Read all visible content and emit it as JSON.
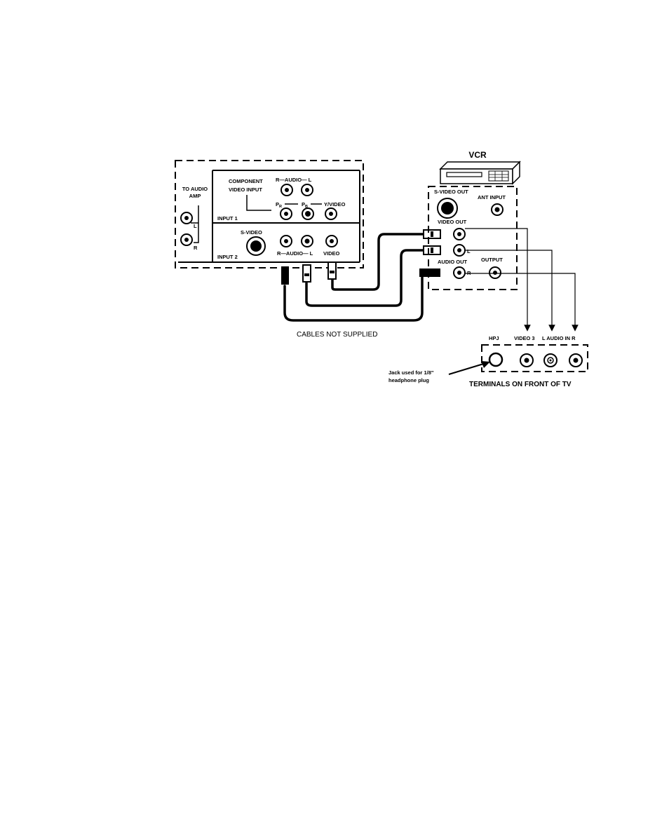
{
  "vcr": {
    "title": "VCR",
    "svideo_out": "S-VIDEO OUT",
    "ant_input": "ANT INPUT",
    "video_out": "VIDEO OUT",
    "audio_out": "AUDIO OUT",
    "output": "OUTPUT",
    "l": "L",
    "r": "R"
  },
  "tv_back": {
    "to_audio_amp_1": "TO AUDIO",
    "to_audio_amp_2": "AMP",
    "l": "L",
    "r": "R",
    "component_1": "COMPONENT",
    "component_2": "VIDEO INPUT",
    "r_audio_l_top": "R—AUDIO— L",
    "pr": "P",
    "pr_sub": "R",
    "pb": "P",
    "pb_sub": "B",
    "y_video": "Y/VIDEO",
    "input1": "INPUT 1",
    "svideo": "S-VIDEO",
    "input2": "INPUT 2",
    "r_audio_l_bottom": "R—AUDIO— L",
    "video": "VIDEO"
  },
  "cables_note": "CABLES NOT SUPPLIED",
  "front": {
    "hpj": "HPJ",
    "video3": "VIDEO 3",
    "laudio": "L AUDIO IN R",
    "jack_note_1": "Jack used for 1/8\"",
    "jack_note_2": "headphone plug",
    "caption": "TERMINALS ON FRONT OF TV"
  }
}
